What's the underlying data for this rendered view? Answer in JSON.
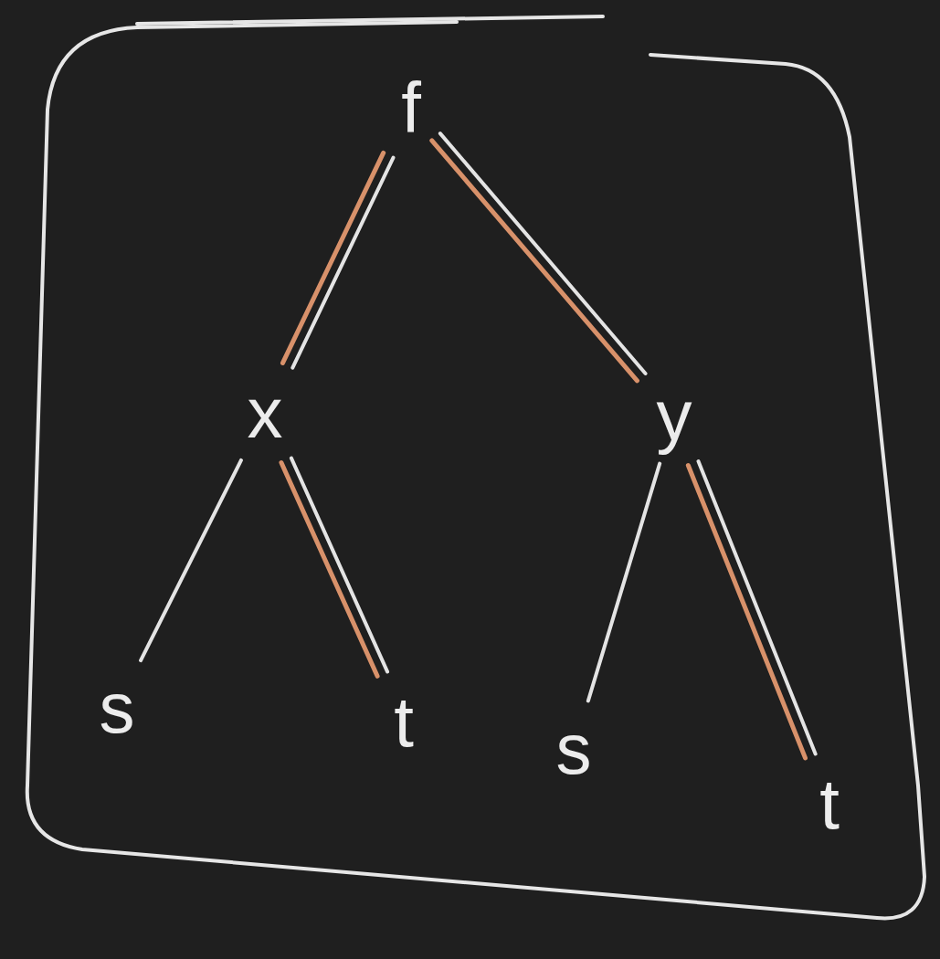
{
  "diagram": {
    "nodes": [
      {
        "text": [
          "f"
        ]
      },
      {
        "text": [
          "x"
        ]
      },
      {
        "text": [
          "y"
        ]
      },
      {
        "text": [
          "s"
        ]
      },
      {
        "text": [
          "t"
        ]
      },
      {
        "text": [
          "s"
        ]
      },
      {
        "text": [
          "t"
        ]
      }
    ],
    "edges": [
      {
        "from": 0,
        "to": 1,
        "arrow": "none"
      },
      {
        "from": 0,
        "to": 2,
        "arrow": "none"
      },
      {
        "from": 1,
        "to": 3,
        "arrow": "none"
      },
      {
        "from": 1,
        "to": 4,
        "arrow": "none"
      },
      {
        "from": 2,
        "to": 5,
        "arrow": "none"
      },
      {
        "from": 2,
        "to": 6,
        "arrow": "none"
      }
    ]
  }
}
